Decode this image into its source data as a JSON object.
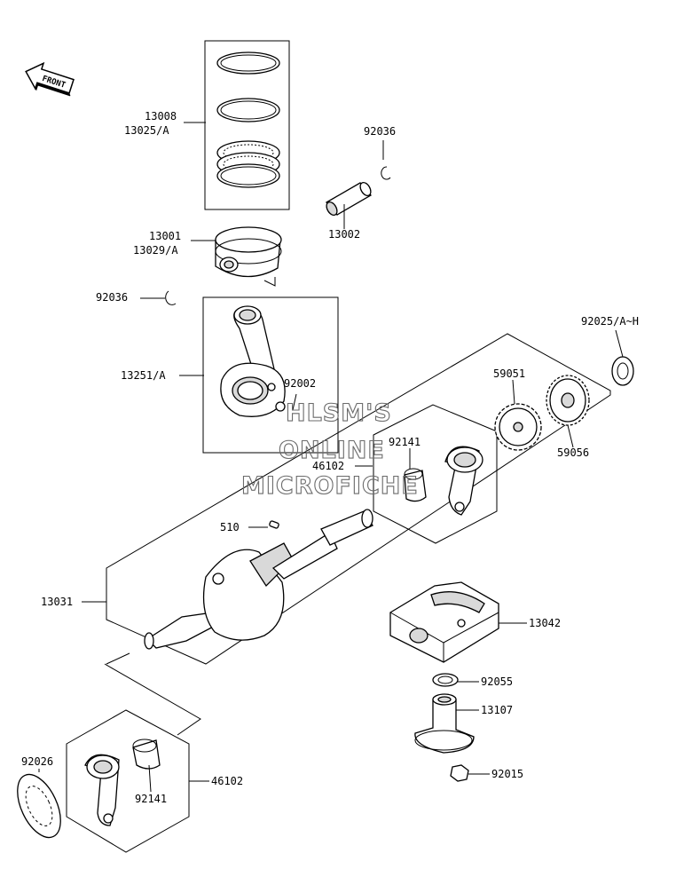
{
  "direction_arrow": "FRONT",
  "watermark": [
    "HLSM'S",
    "ONLINE",
    "MICROFICHE"
  ],
  "labels": {
    "p13008": "13008",
    "p13025a": "13025/A",
    "p92036_top": "92036",
    "p13002": "13002",
    "p13001": "13001",
    "p13029a": "13029/A",
    "p92036_left": "92036",
    "p13251a": "13251/A",
    "p92002": "92002",
    "p92025": "92025/A~H",
    "p59051": "59051",
    "p59056": "59056",
    "p92141_top": "92141",
    "p46102_top": "46102",
    "p510": "510",
    "p13031": "13031",
    "p13042": "13042",
    "p92055": "92055",
    "p13107": "13107",
    "p92015": "92015",
    "p92026": "92026",
    "p92141_bottom": "92141",
    "p46102_bottom": "46102"
  },
  "colors": {
    "line": "#000000",
    "part_fill": "#ffffff",
    "shade": "#d9d9d9",
    "watermark": "#6b6b6b"
  }
}
